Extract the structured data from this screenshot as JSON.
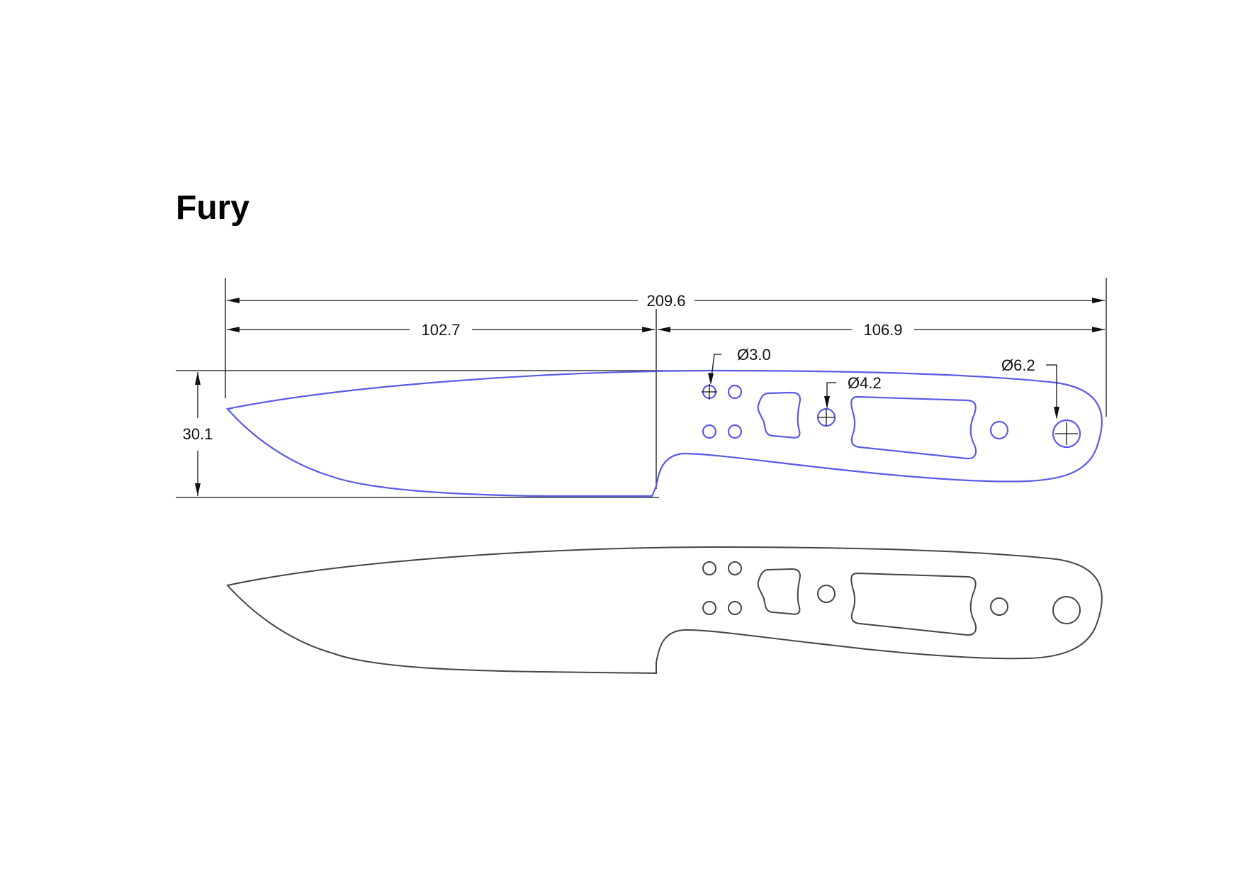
{
  "title": "Fury",
  "dimensions": {
    "overall_length": "209.6",
    "blade_length": "102.7",
    "handle_length": "106.9",
    "height": "30.1"
  },
  "holes": {
    "small": "Ø3.0",
    "medium": "Ø4.2",
    "large": "Ø6.2"
  },
  "colors": {
    "profile_outline": "#5a5ae8",
    "template_outline": "#444444",
    "dimension_lines": "#111111"
  }
}
